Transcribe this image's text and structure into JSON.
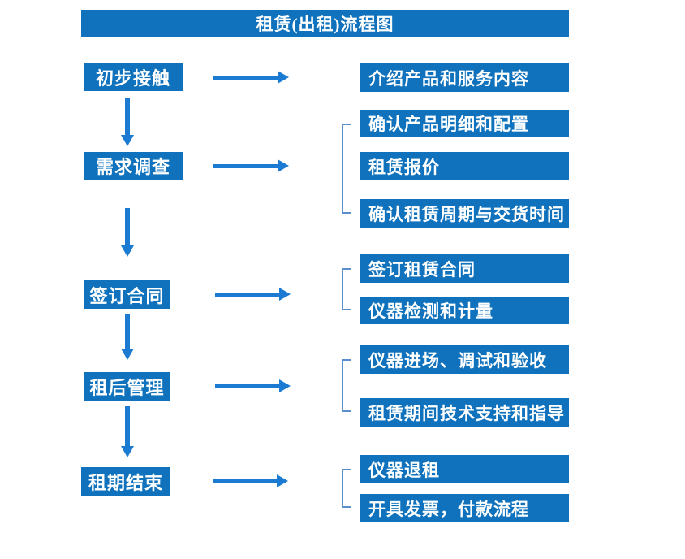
{
  "title": "租赁(出租)流程图",
  "colors": {
    "box": "#1072BC",
    "arrow": "#1B7AD1",
    "bracket": "#5C8FD0",
    "text": "#FFFFFF"
  },
  "flow": {
    "steps": [
      {
        "label": "初步接触"
      },
      {
        "label": "需求调查"
      },
      {
        "label": "签订合同"
      },
      {
        "label": "租后管理"
      },
      {
        "label": "租期结束"
      }
    ],
    "details": [
      {
        "label": "介绍产品和服务内容"
      },
      {
        "label": "确认产品明细和配置"
      },
      {
        "label": "租赁报价"
      },
      {
        "label": "确认租赁周期与交货时间"
      },
      {
        "label": "签订租赁合同"
      },
      {
        "label": "仪器检测和计量"
      },
      {
        "label": "仪器进场、调试和验收"
      },
      {
        "label": "租赁期间技术支持和指导"
      },
      {
        "label": "仪器退租"
      },
      {
        "label": "开具发票，付款流程"
      }
    ]
  }
}
